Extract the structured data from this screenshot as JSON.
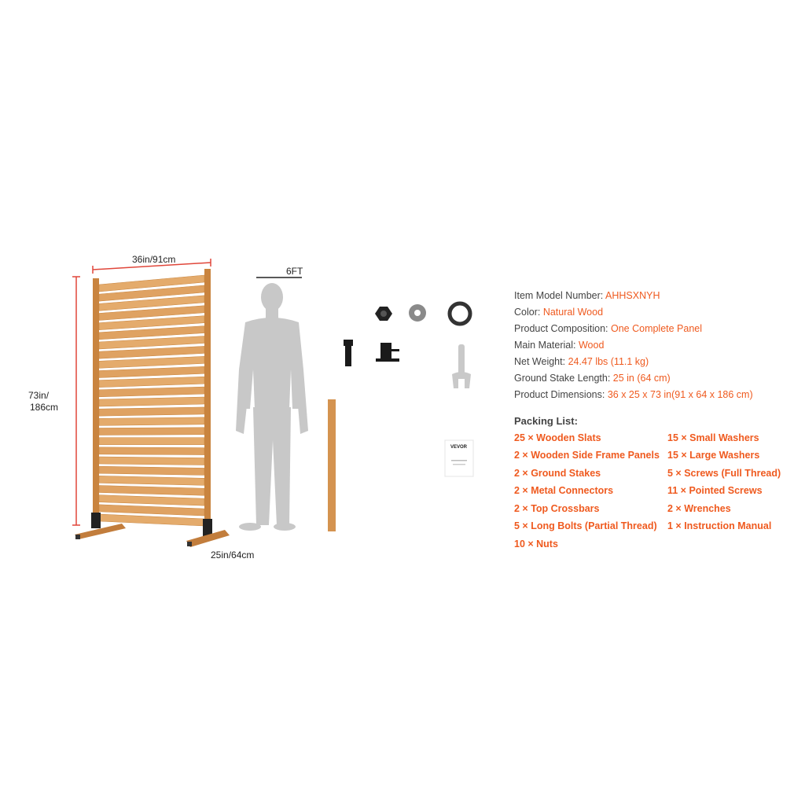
{
  "dimensions": {
    "width": "36in/91cm",
    "height_line1": "73in/",
    "height_line2": "186cm",
    "depth": "25in/64cm",
    "person_ref": "6FT"
  },
  "specs": [
    {
      "label": "Item Model Number: ",
      "value": "AHHSXNYH"
    },
    {
      "label": "Color: ",
      "value": "Natural Wood"
    },
    {
      "label": "Product Composition: ",
      "value": "One Complete Panel"
    },
    {
      "label": "Main Material: ",
      "value": "Wood"
    },
    {
      "label": "Net Weight:  ",
      "value": "24.47 lbs (11.1 kg)"
    },
    {
      "label": "Ground Stake Length: ",
      "value": "25 in (64 cm)"
    },
    {
      "label": "Product Dimensions: ",
      "value": "36 x 25 x 73 in(91 x 64 x 186 cm)"
    }
  ],
  "packing": {
    "title": "Packing List:",
    "left": [
      "25 × Wooden Slats",
      "2 × Wooden Side Frame Panels",
      "2 × Ground Stakes",
      "2 × Metal Connectors",
      "2 × Top Crossbars",
      "5 × Long Bolts (Partial Thread)",
      "10 × Nuts"
    ],
    "right": [
      "15 × Small Washers",
      "15 × Large Washers",
      "5 × Screws (Full Thread)",
      "11 × Pointed Screws",
      "2 × Wrenches",
      "1 × Instruction Manual"
    ]
  },
  "manual_brand": "VEVOR",
  "colors": {
    "accent": "#ef5a1f",
    "wood": "#d99a52",
    "wood_dark": "#b9773a",
    "dim_line": "#e0463a"
  }
}
